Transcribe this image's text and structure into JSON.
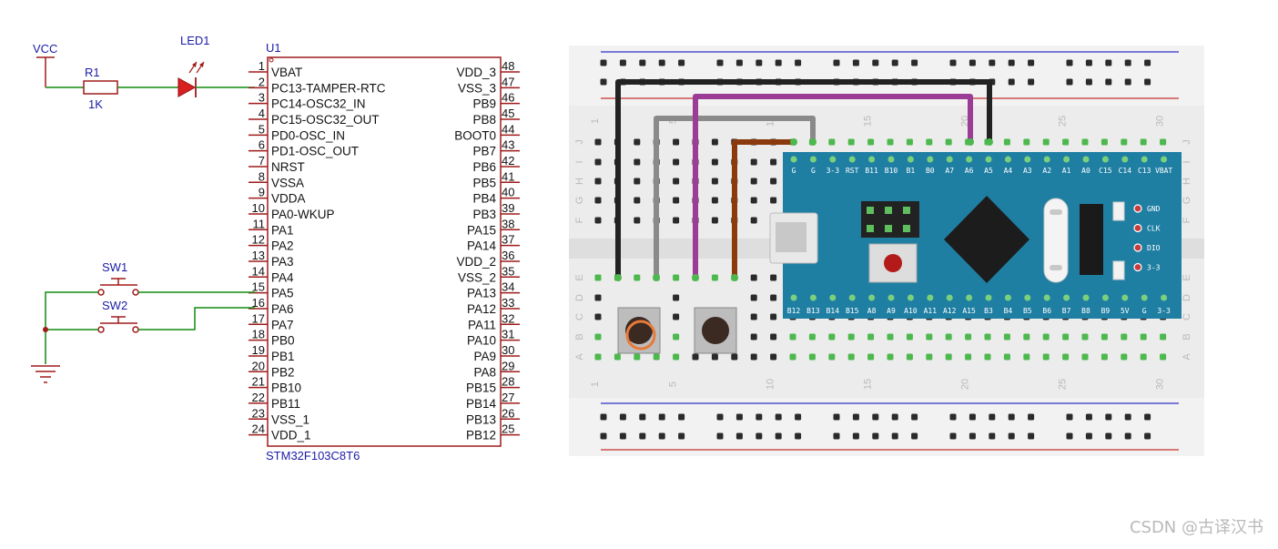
{
  "schematic": {
    "vcc_label": "VCC",
    "led": {
      "ref": "LED1"
    },
    "resistor": {
      "ref": "R1",
      "value": "1K"
    },
    "chip": {
      "ref": "U1",
      "part": "STM32F103C8T6"
    },
    "switches": [
      "SW1",
      "SW2"
    ],
    "left_pins": [
      {
        "num": "1",
        "name": "VBAT"
      },
      {
        "num": "2",
        "name": "PC13-TAMPER-RTC"
      },
      {
        "num": "3",
        "name": "PC14-OSC32_IN"
      },
      {
        "num": "4",
        "name": "PC15-OSC32_OUT"
      },
      {
        "num": "5",
        "name": "PD0-OSC_IN"
      },
      {
        "num": "6",
        "name": "PD1-OSC_OUT"
      },
      {
        "num": "7",
        "name": "NRST"
      },
      {
        "num": "8",
        "name": "VSSA"
      },
      {
        "num": "9",
        "name": "VDDA"
      },
      {
        "num": "10",
        "name": "PA0-WKUP"
      },
      {
        "num": "11",
        "name": "PA1"
      },
      {
        "num": "12",
        "name": "PA2"
      },
      {
        "num": "13",
        "name": "PA3"
      },
      {
        "num": "14",
        "name": "PA4"
      },
      {
        "num": "15",
        "name": "PA5"
      },
      {
        "num": "16",
        "name": "PA6"
      },
      {
        "num": "17",
        "name": "PA7"
      },
      {
        "num": "18",
        "name": "PB0"
      },
      {
        "num": "19",
        "name": "PB1"
      },
      {
        "num": "20",
        "name": "PB2"
      },
      {
        "num": "21",
        "name": "PB10"
      },
      {
        "num": "22",
        "name": "PB11"
      },
      {
        "num": "23",
        "name": "VSS_1"
      },
      {
        "num": "24",
        "name": "VDD_1"
      }
    ],
    "right_pins": [
      {
        "num": "48",
        "name": "VDD_3"
      },
      {
        "num": "47",
        "name": "VSS_3"
      },
      {
        "num": "46",
        "name": "PB9"
      },
      {
        "num": "45",
        "name": "PB8"
      },
      {
        "num": "44",
        "name": "BOOT0"
      },
      {
        "num": "43",
        "name": "PB7"
      },
      {
        "num": "42",
        "name": "PB6"
      },
      {
        "num": "41",
        "name": "PB5"
      },
      {
        "num": "40",
        "name": "PB4"
      },
      {
        "num": "39",
        "name": "PB3"
      },
      {
        "num": "38",
        "name": "PA15"
      },
      {
        "num": "37",
        "name": "PA14"
      },
      {
        "num": "36",
        "name": "VDD_2"
      },
      {
        "num": "35",
        "name": "VSS_2"
      },
      {
        "num": "34",
        "name": "PA13"
      },
      {
        "num": "33",
        "name": "PA12"
      },
      {
        "num": "32",
        "name": "PA11"
      },
      {
        "num": "31",
        "name": "PA10"
      },
      {
        "num": "30",
        "name": "PA9"
      },
      {
        "num": "29",
        "name": "PA8"
      },
      {
        "num": "28",
        "name": "PB15"
      },
      {
        "num": "27",
        "name": "PB14"
      },
      {
        "num": "26",
        "name": "PB13"
      },
      {
        "num": "25",
        "name": "PB12"
      }
    ]
  },
  "breadboard": {
    "column_numbers": [
      "1",
      "5",
      "10",
      "15",
      "20",
      "25",
      "30"
    ],
    "row_letters_top": [
      "J",
      "I",
      "H",
      "G",
      "F"
    ],
    "row_letters_bottom": [
      "E",
      "D",
      "C",
      "B",
      "A"
    ],
    "board_top_labels": [
      "G",
      "G",
      "3-3",
      "RST",
      "B11",
      "B10",
      "B1",
      "B0",
      "A7",
      "A6",
      "A5",
      "A4",
      "A3",
      "A2",
      "A1",
      "A0",
      "C15",
      "C14",
      "C13",
      "VBAT"
    ],
    "board_bottom_labels": [
      "B12",
      "B13",
      "B14",
      "B15",
      "A8",
      "A9",
      "A10",
      "A11",
      "A12",
      "A15",
      "B3",
      "B4",
      "B5",
      "B6",
      "B7",
      "B8",
      "B9",
      "5V",
      "G",
      "3-3"
    ],
    "board_side_labels": [
      "GND",
      "CLK",
      "DIO",
      "3-3"
    ],
    "colors": {
      "wire_black": "#222222",
      "wire_gray": "#8a8a8a",
      "wire_purple": "#9b3d96",
      "wire_brown": "#8b3a0e",
      "board_blue": "#1f7fa3",
      "schematic_red": "#a01a1a",
      "schematic_green": "#118c11",
      "label_blue": "#1c1ca6"
    }
  },
  "watermark": "CSDN @古译汉书"
}
